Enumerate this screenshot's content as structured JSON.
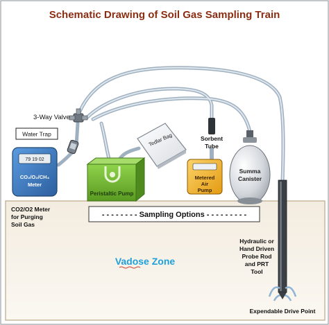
{
  "title": "Schematic Drawing of Soil Gas Sampling Train",
  "components": {
    "three_way_valve": "3-Way Valve",
    "water_trap": "Water Trap",
    "meter_readout": "79 19 02",
    "meter_gases": [
      "CO₂/O₂/CH₄",
      "Meter"
    ],
    "peristaltic_pump": "Peristaltic Pump",
    "tedlar_bag": "Tedlar Bag",
    "sorbent_tube": [
      "Sorbent",
      "Tube"
    ],
    "metered_air_pump": [
      "Metered",
      "Air",
      "Pump"
    ],
    "summa_canister": [
      "Summa",
      "Canister"
    ]
  },
  "annotations": {
    "co2_meter_note": [
      "CO2/O2 Meter",
      "for Purging",
      "Soil Gas"
    ],
    "sampling_options": "- - - - - - - - Sampling Options - - - - - - - - -",
    "vadose_zone": "Vadose Zone",
    "probe_rod": [
      "Hydraulic or",
      "Hand Driven",
      "Probe Rod",
      "and PRT",
      "Tool"
    ],
    "drive_point": "Expendable Drive Point"
  },
  "colors": {
    "title": "#8b2d12",
    "soil": "#f7f2ea",
    "soil_border": "#c8b79c",
    "tubing": "#d5dfe8",
    "meter_blue": "#3a78b8",
    "pump_green": "#72b52f",
    "metered_pump": "#f0b62a",
    "vadose_blue": "#1ea0d8",
    "probe_rod": "#3b3f46"
  },
  "icons": {
    "valve": "three-way-valve-icon",
    "trap": "water-trap-icon",
    "canister": "summa-canister-icon"
  }
}
